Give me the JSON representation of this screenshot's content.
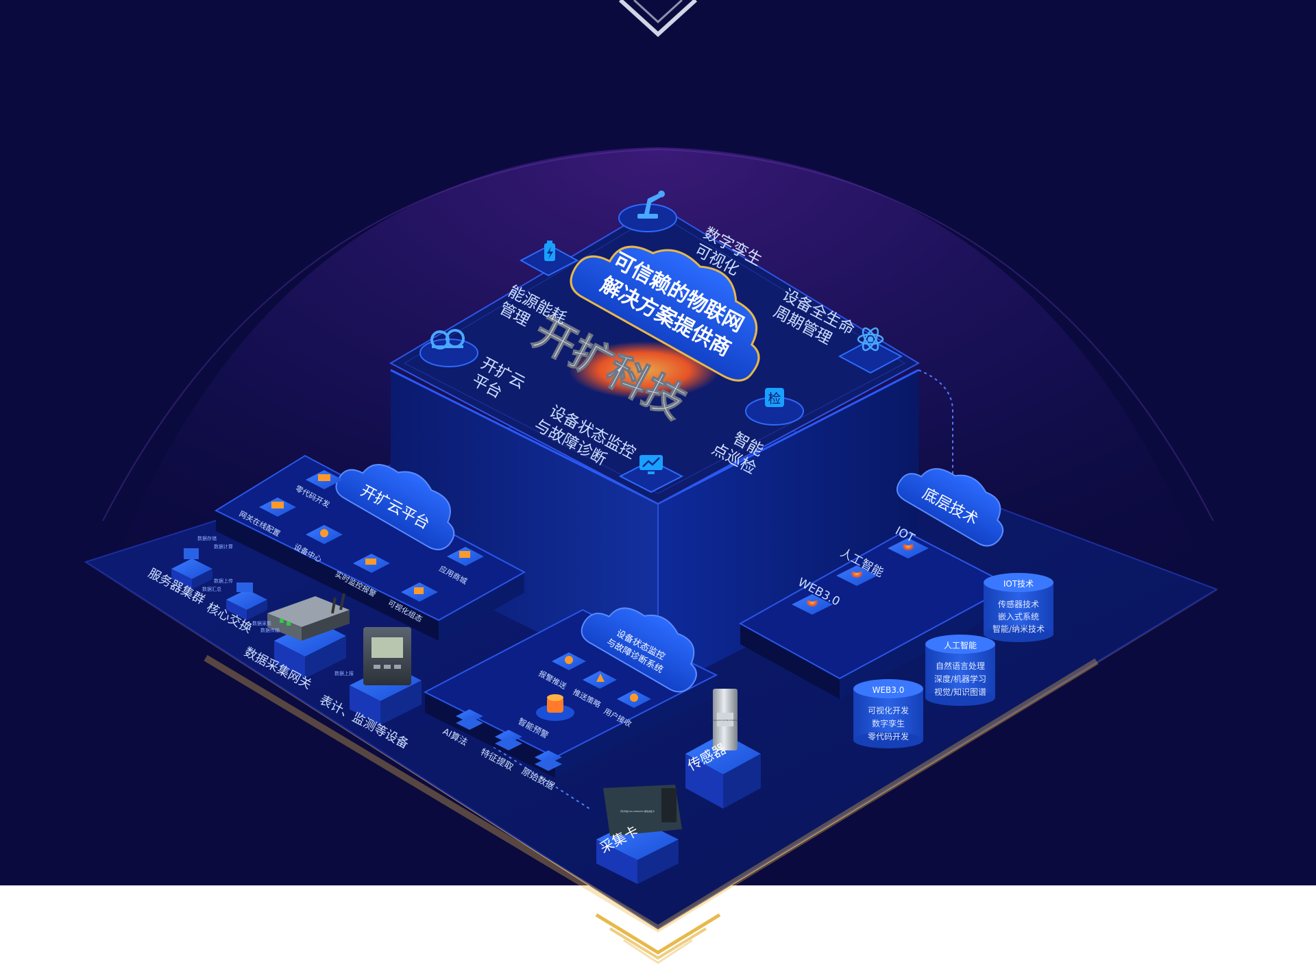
{
  "colors": {
    "background": "#0b0a3e",
    "platform": "#0c1c7a",
    "glow_gold": "#e8b84a",
    "accent_blue": "#1a5de8",
    "orange": "#ff7a2a",
    "text": "#cfe0ff"
  },
  "center": {
    "cloud_line1": "可信赖的物联网",
    "cloud_line2": "解决方案提供商",
    "brand": "开扩科技"
  },
  "top_features": [
    {
      "icon": "robot-arm-icon",
      "line1": "数字孪生",
      "line2": "可视化"
    },
    {
      "icon": "battery-icon",
      "line1": "能源能耗",
      "line2": "管理"
    },
    {
      "icon": "cloud-logo-icon",
      "line1": "开扩云",
      "line2": "平台"
    },
    {
      "icon": "atom-icon",
      "line1": "设备全生命",
      "line2": "周期管理"
    },
    {
      "icon": "inspect-icon",
      "line1": "智能",
      "line2": "点巡检",
      "badge": "检"
    },
    {
      "icon": "monitor-chart-icon",
      "line1": "设备状态监控",
      "line2": "与故障诊断"
    }
  ],
  "cloud_platform": {
    "title": "开扩云平台",
    "items": [
      "零代码开发",
      "网关在线配置",
      "设备中心",
      "实时监控报警",
      "应用商城",
      "可视化组态"
    ]
  },
  "left_chain": {
    "items": [
      "服务器集群",
      "核心交换",
      "数据采集网关",
      "表计、监测等设备"
    ],
    "small_labels": [
      "数据存储",
      "数据计算",
      "数据上传",
      "数据汇总",
      "数据采集",
      "数据传输",
      "数据上报"
    ]
  },
  "monitor_system": {
    "title_line1": "设备状态监控",
    "title_line2": "与故障诊断系统",
    "items": [
      "报警推送",
      "推送策略",
      "用户接收",
      "智能预警",
      "AI算法",
      "特征提取",
      "原始数据"
    ]
  },
  "hardware": {
    "sensor": "传感器",
    "collector": "采集卡",
    "sensor_print": "MA10-ACC-50 SN 12345 ICP",
    "collector_print": "开扩科技 KKI WIRELESS 振动采集卡"
  },
  "base_tech": {
    "title": "底层技术",
    "tiers": [
      "IOT",
      "人工智能",
      "WEB3.0"
    ],
    "stacks": [
      {
        "title": "IOT技术",
        "lines": [
          "传感器技术",
          "嵌入式系统",
          "智能/纳米技术"
        ]
      },
      {
        "title": "人工智能",
        "lines": [
          "自然语言处理",
          "深度/机器学习",
          "视觉/知识图谱"
        ]
      },
      {
        "title": "WEB3.0",
        "lines": [
          "可视化开发",
          "数字孪生",
          "零代码开发"
        ]
      }
    ]
  }
}
